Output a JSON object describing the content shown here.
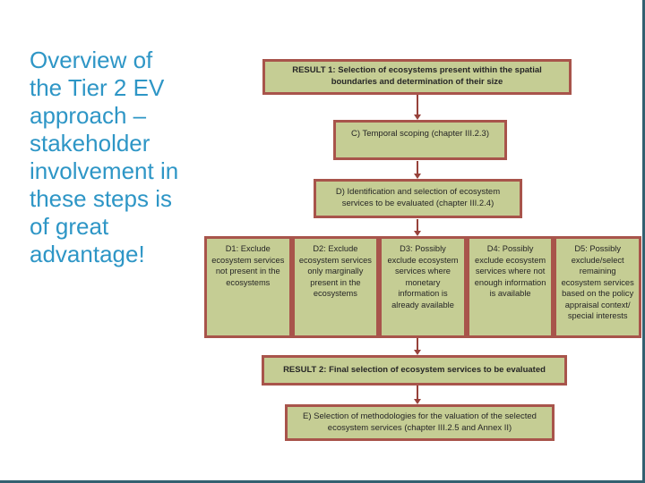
{
  "slide": {
    "title": "Overview of\nthe Tier 2 EV\napproach –\nstakeholder\ninvolvement in\nthese steps is\nof great\nadvantage!"
  },
  "flowchart": {
    "result1": "RESULT 1: Selection of ecosystems present within the spatial boundaries and determination of their size",
    "step_c": "C) Temporal scoping (chapter III.2.3)",
    "step_d": "D) Identification and selection of ecosystem services to be evaluated (chapter III.2.4)",
    "d_options": [
      "D1: Exclude ecosystem services not present in the ecosystems",
      "D2: Exclude ecosystem services only marginally present in the ecosystems",
      "D3: Possibly exclude ecosystem services where monetary information is already available",
      "D4: Possibly exclude ecosystem services where not enough information is available",
      "D5: Possibly exclude/select remaining ecosystem services based on the policy appraisal context/ special interests"
    ],
    "result2": "RESULT 2: Final selection of ecosystem services to be evaluated",
    "step_e": "E) Selection of methodologies for the valuation of the selected ecosystem services (chapter III.2.5 and Annex II)"
  },
  "colors": {
    "box_fill": "#C5CD94",
    "box_border": "#A8544B",
    "arrow": "#97423B",
    "title_text": "#2E96C6",
    "box_text": "#262626",
    "page_edge": "#336070"
  }
}
